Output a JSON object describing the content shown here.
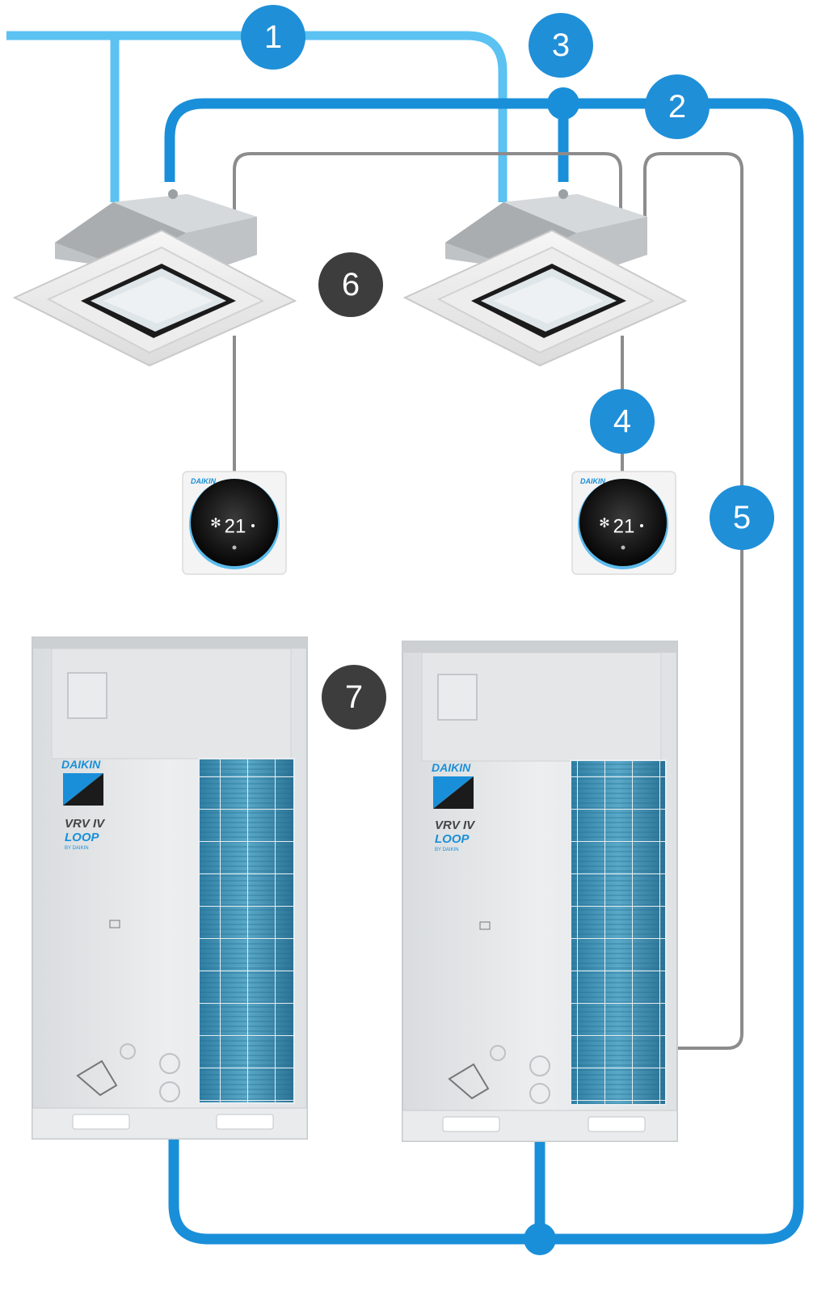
{
  "colors": {
    "water_pipe": "#1a8fd9",
    "refrigerant_pipe": "#5bc2f2",
    "wiring": "#8c8c8c",
    "badge_blue": "#1f8fd8",
    "badge_dark": "#3d3d3d",
    "unit_body": "#e7e9ea",
    "coil": "#3c8fb4"
  },
  "badges": {
    "b1": "1",
    "b2": "2",
    "b3": "3",
    "b4": "4",
    "b5": "5",
    "b6": "6",
    "b7": "7"
  },
  "controllers": [
    {
      "brand": "DAIKIN",
      "temperature": "21",
      "icon": "snowflake-icon"
    },
    {
      "brand": "DAIKIN",
      "temperature": "21",
      "icon": "snowflake-icon"
    }
  ],
  "outdoor_units": [
    {
      "brand": "DAIKIN",
      "model_line1": "VRV IV",
      "model_line2": "LOOP",
      "model_line3": "BY DAIKIN"
    },
    {
      "brand": "DAIKIN",
      "model_line1": "VRV IV",
      "model_line2": "LOOP",
      "model_line3": "BY DAIKIN"
    }
  ]
}
